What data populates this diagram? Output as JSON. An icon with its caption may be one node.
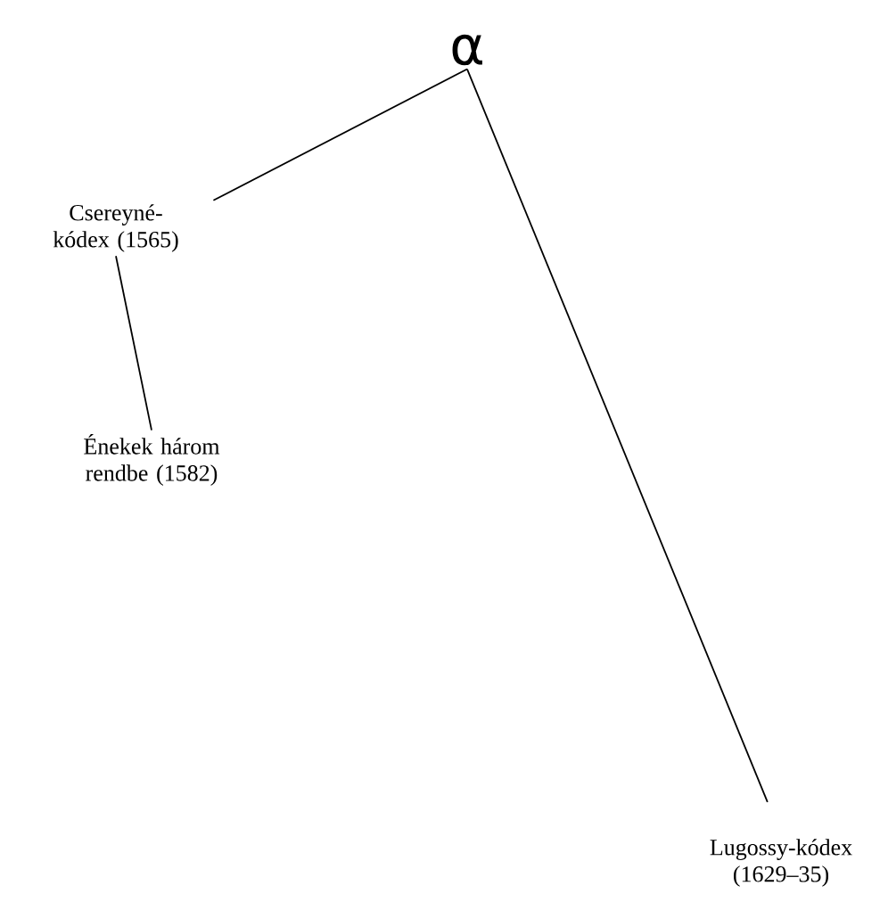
{
  "diagram": {
    "nodes": [
      {
        "text": [
          "α"
        ]
      },
      {
        "text": [
          "Csereyné-kódex (1565)"
        ]
      },
      {
        "text": [
          "Énekek három rendbe (1582)"
        ]
      },
      {
        "text": [
          "Lugossy-kódex (1629–35)"
        ]
      }
    ],
    "edges": [
      {
        "from": 0,
        "to": 1,
        "arrow": "none"
      },
      {
        "from": 0,
        "to": 3,
        "arrow": "none"
      },
      {
        "from": 1,
        "to": 2,
        "arrow": "none"
      }
    ]
  }
}
